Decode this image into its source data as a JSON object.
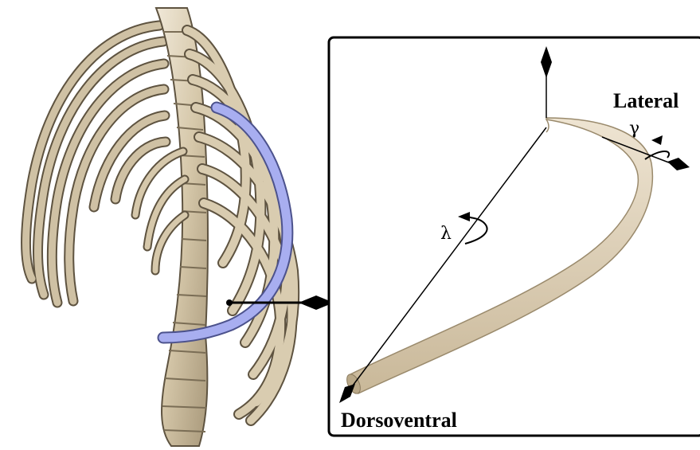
{
  "labels": {
    "lateral": "Lateral",
    "dorsoventral": "Dorsoventral",
    "gamma": "γ",
    "lambda": "λ"
  },
  "colors": {
    "bone": "#c9bb9f",
    "bone_dark": "#6e624c",
    "highlight_rib": "#a8aef0",
    "frame": "#000000"
  }
}
